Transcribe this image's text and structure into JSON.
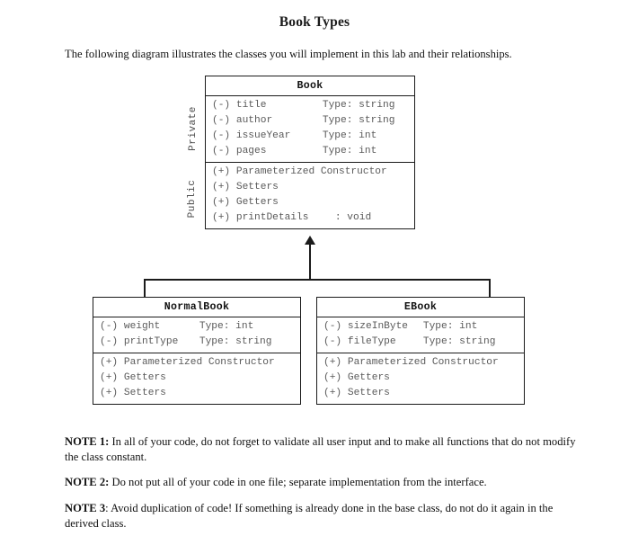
{
  "document": {
    "title": "Book Types",
    "intro": "The following diagram illustrates the classes you will implement in this lab and their relationships."
  },
  "diagram": {
    "side_labels": {
      "private": "Private",
      "public": "Public"
    },
    "relationship": "inheritance-arrow",
    "classes": [
      {
        "name": "Book",
        "role": "base-class",
        "attributes": [
          {
            "visibility": "(-)",
            "name": "title",
            "type": "Type: string"
          },
          {
            "visibility": "(-)",
            "name": "author",
            "type": "Type: string"
          },
          {
            "visibility": "(-)",
            "name": "issueYear",
            "type": "Type: int"
          },
          {
            "visibility": "(-)",
            "name": "pages",
            "type": "Type: int"
          }
        ],
        "methods": [
          {
            "visibility": "(+)",
            "name": "Parameterized Constructor",
            "type": ""
          },
          {
            "visibility": "(+)",
            "name": "Setters",
            "type": ""
          },
          {
            "visibility": "(+)",
            "name": "Getters",
            "type": ""
          },
          {
            "visibility": "(+)",
            "name": "printDetails",
            "type": ": void"
          }
        ]
      },
      {
        "name": "NormalBook",
        "role": "derived-class",
        "attributes": [
          {
            "visibility": "(-)",
            "name": "weight",
            "type": "Type: int"
          },
          {
            "visibility": "(-)",
            "name": "printType",
            "type": "Type: string"
          }
        ],
        "methods": [
          {
            "visibility": "(+)",
            "name": "Parameterized Constructor",
            "type": ""
          },
          {
            "visibility": "(+)",
            "name": "Getters",
            "type": ""
          },
          {
            "visibility": "(+)",
            "name": "Setters",
            "type": ""
          }
        ]
      },
      {
        "name": "EBook",
        "role": "derived-class",
        "attributes": [
          {
            "visibility": "(-)",
            "name": "sizeInByte",
            "type": "Type: int"
          },
          {
            "visibility": "(-)",
            "name": "fileType",
            "type": "Type: string"
          }
        ],
        "methods": [
          {
            "visibility": "(+)",
            "name": "Parameterized Constructor",
            "type": ""
          },
          {
            "visibility": "(+)",
            "name": "Getters",
            "type": ""
          },
          {
            "visibility": "(+)",
            "name": "Setters",
            "type": ""
          }
        ]
      }
    ]
  },
  "notes": [
    {
      "label": "NOTE 1:",
      "text": " In all of your code, do not forget to validate all user input and to make all functions that do not modify the class constant."
    },
    {
      "label": "NOTE 2:",
      "text": " Do not put all of your code in one file; separate implementation from the interface."
    },
    {
      "label": "NOTE 3",
      "text": ": Avoid duplication of code! If something is already done in the base class, do not do it again in the derived class."
    }
  ],
  "colors": {
    "ink": "#111111",
    "line": "#1b1b1b",
    "member_text": "#5a5a5a",
    "background": "#ffffff"
  }
}
